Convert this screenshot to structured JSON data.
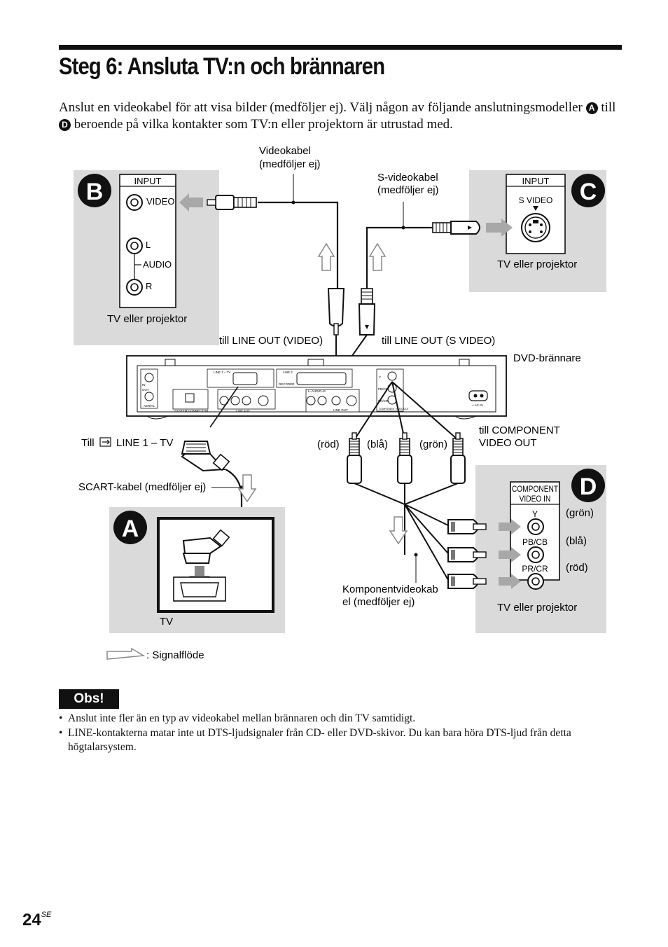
{
  "heading": "Steg 6: Ansluta TV:n och brännaren",
  "intro": {
    "part1": "Anslut en videokabel för att visa bilder (medföljer ej). Välj någon av följande anslutningsmodeller ",
    "badge_first": "A",
    "part2": " till ",
    "badge_last": "D",
    "part3": " beroende på vilka kontakter som TV:n eller projektorn är utrustad med."
  },
  "diagram": {
    "panel_b": {
      "badge": "B",
      "input_title": "INPUT",
      "video": "VIDEO",
      "l": "L",
      "audio": "AUDIO",
      "r": "R",
      "caption": "TV eller projektor"
    },
    "panel_c": {
      "badge": "C",
      "input_title": "INPUT",
      "svideo": "S VIDEO",
      "caption": "TV eller projektor"
    },
    "panel_a": {
      "badge": "A",
      "caption": "TV"
    },
    "panel_d": {
      "badge": "D",
      "component_line1": "COMPONENT",
      "component_line2": "VIDEO IN",
      "y": "Y",
      "pb": "PB/CB",
      "pr": "PR/CR",
      "green": "(grön)",
      "blue": "(blå)",
      "red": "(röd)",
      "caption": "TV eller projektor"
    },
    "videokabel_line1": "Videokabel",
    "videokabel_line2": "(medföljer ej)",
    "svideokabel_line1": "S-videokabel",
    "svideokabel_line2": "(medföljer ej)",
    "till_lineout_video": "till LINE OUT (VIDEO)",
    "till_lineout_svideo": "till LINE OUT (S VIDEO)",
    "dvd_recorder": "DVD-brännare",
    "till_line1_prefix": "Till",
    "till_line1_suffix": "LINE 1 – TV",
    "scart_cable": "SCART-kabel (medföljer ej)",
    "red": "(röd)",
    "blue": "(blå)",
    "green": "(grön)",
    "component_out_line1": "till COMPONENT",
    "component_out_line2": "VIDEO OUT",
    "component_cable_line1": "Komponentvideokab",
    "component_cable_line2": "el (medföljer ej)",
    "signal_flow": ": Signalflöde",
    "rear_panel": {
      "aerial": "AERIAL",
      "in": "IN",
      "out": "OUT",
      "line1_tv": "LINE 1 – TV",
      "line2": "LINE 2",
      "decoder": "DECODER",
      "system_connector": "SYSTEM CONNECTOR",
      "line4_in": "LINE 4 IN",
      "line_out": "LINE OUT",
      "svideo": "S VIDEO",
      "audio_l": "L–AUDIO–R",
      "video": "VIDEO",
      "y": "Y",
      "pb": "PB/CB",
      "pr": "PR/CR",
      "component": "COMPONENT VIDEO OUT",
      "ac_in": "~ AC IN"
    }
  },
  "note_label": "Obs!",
  "notes": [
    "Anslut inte fler än en typ av videokabel mellan brännaren och din TV samtidigt.",
    "LINE-kontakterna matar inte ut DTS-ljudsignaler från CD- eller DVD-skivor. Du kan bara höra DTS-ljud från detta högtalarsystem."
  ],
  "bullet": "•",
  "page_number": "24",
  "page_suffix": "SE",
  "colors": {
    "panel_gray": "#dadadb",
    "arrow_gray": "#a8a8a8",
    "ink": "#111111"
  }
}
